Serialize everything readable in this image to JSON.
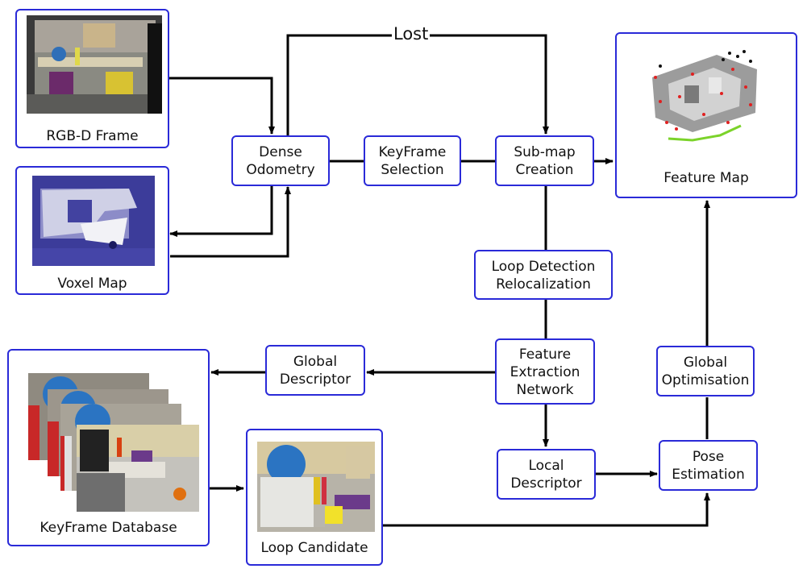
{
  "nodes": {
    "rgbd_frame": "RGB-D Frame",
    "voxel_map": "Voxel Map",
    "keyframe_database": "KeyFrame Database",
    "loop_candidate": "Loop Candidate",
    "feature_map": "Feature Map",
    "dense_odometry": "Dense\nOdometry",
    "keyframe_selection": "KeyFrame\nSelection",
    "submap_creation": "Sub-map\nCreation",
    "loop_detection": "Loop Detection\nRelocalization",
    "feature_extraction": "Feature\nExtraction\nNetwork",
    "global_descriptor": "Global\nDescriptor",
    "local_descriptor": "Local\nDescriptor",
    "global_optimisation": "Global\nOptimisation",
    "pose_estimation": "Pose\nEstimation"
  },
  "edge_labels": {
    "lost": "Lost"
  },
  "colors": {
    "box_border": "#2a2ad8",
    "line": "#000000"
  }
}
